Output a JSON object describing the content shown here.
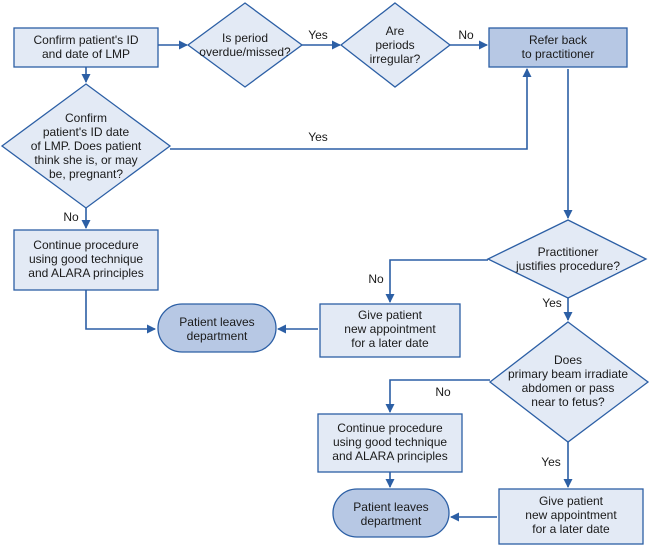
{
  "nodes": {
    "confirm_id_lmp": [
      "Confirm patient's ID",
      "and date of LMP"
    ],
    "period_overdue": [
      "Is period",
      "overdue/missed?"
    ],
    "periods_irregular": [
      "Are",
      "periods",
      "irregular?"
    ],
    "refer_back": [
      "Refer back",
      "to practitioner"
    ],
    "confirm_pregnant": [
      "Confirm",
      "patient's ID date",
      "of LMP. Does patient",
      "think she is, or may",
      "be, pregnant?"
    ],
    "continue_proc_1": [
      "Continue procedure",
      "using good technique",
      "and ALARA principles"
    ],
    "practitioner_justifies": [
      "Practitioner",
      "justifies procedure?"
    ],
    "leaves_1": [
      "Patient leaves",
      "department"
    ],
    "new_appt_1": [
      "Give patient",
      "new appointment",
      "for a later date"
    ],
    "beam_irradiate": [
      "Does",
      "primary beam irradiate",
      "abdomen or pass",
      "near to fetus?"
    ],
    "continue_proc_2": [
      "Continue procedure",
      "using good technique",
      "and ALARA principles"
    ],
    "leaves_2": [
      "Patient leaves",
      "department"
    ],
    "new_appt_2": [
      "Give patient",
      "new appointment",
      "for a later date"
    ]
  },
  "edge_labels": {
    "overdue_yes": "Yes",
    "irregular_no": "No",
    "pregnant_yes": "Yes",
    "pregnant_no": "No",
    "justifies_no": "No",
    "justifies_yes": "Yes",
    "beam_no": "No",
    "beam_yes": "Yes"
  },
  "colors": {
    "stroke": "#2c5fa5",
    "fill_light": "#e3eaf5",
    "fill_dark": "#b7c8e4"
  }
}
